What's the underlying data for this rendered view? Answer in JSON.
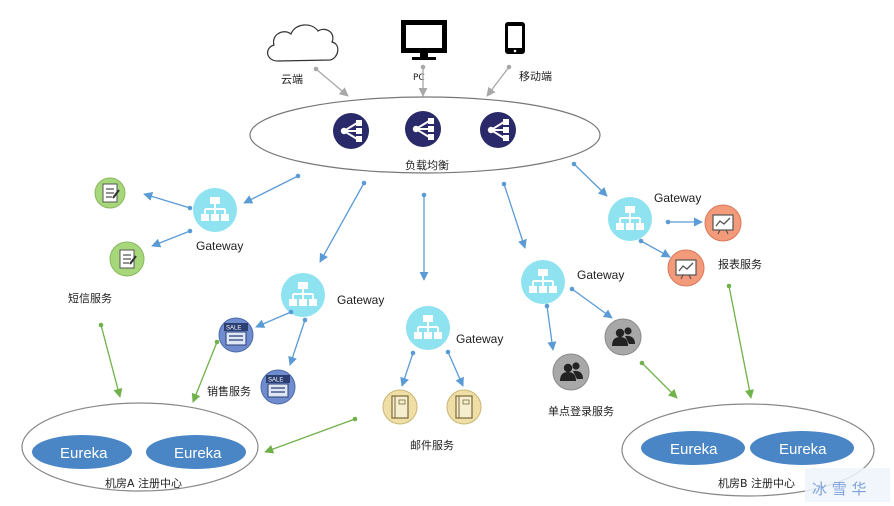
{
  "clients": {
    "cloud": "云端",
    "pc": "PC",
    "mobile": "移动端"
  },
  "load_balancer": {
    "label": "负载均衡"
  },
  "gateway_label": "Gateway",
  "services": {
    "sms": "短信服务",
    "sales": "销售服务",
    "mail": "邮件服务",
    "sso": "单点登录服务",
    "report": "报表服务",
    "sale_badge": "SALE"
  },
  "registries": {
    "a": {
      "label": "机房A 注册中心",
      "eureka": [
        "Eureka",
        "Eureka"
      ]
    },
    "b": {
      "label": "机房B 注册中心",
      "eureka": [
        "Eureka",
        "Eureka"
      ]
    }
  },
  "watermark": "冰 雪 华",
  "colors": {
    "gateway": "#8fe3f0",
    "lb_node": "#2a2a6a",
    "eureka": "#4a86c6",
    "sms_node": "#a6d77b",
    "sales_node": "#6f8ccf",
    "mail_node": "#efdfa6",
    "sso_node": "#a8a8a8",
    "report_node": "#f29a7a",
    "arrow_blue": "#5b9bd5",
    "arrow_gray": "#a8a8a8",
    "arrow_green": "#70b14a"
  }
}
